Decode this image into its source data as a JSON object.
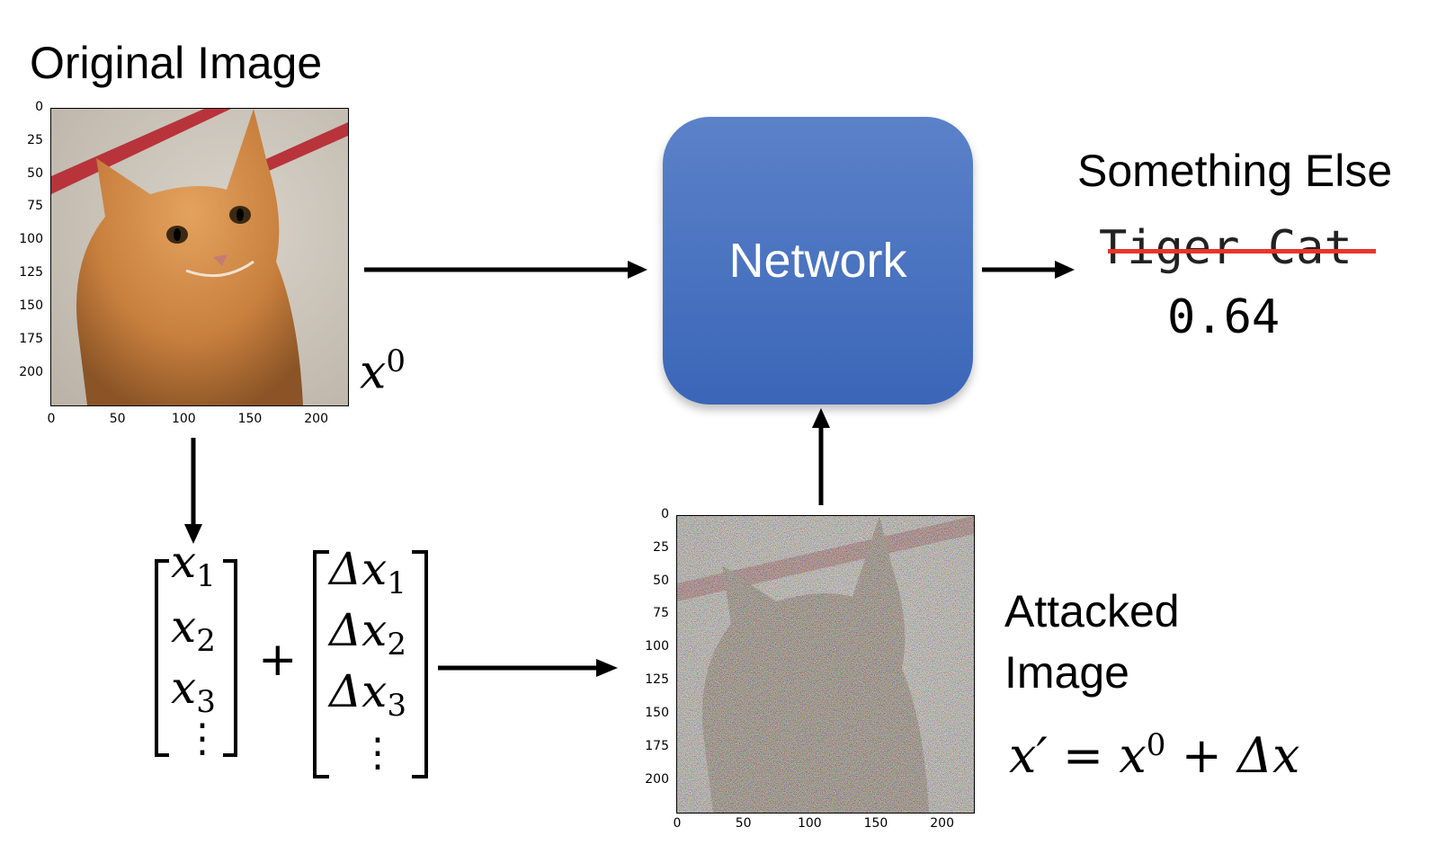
{
  "original": {
    "title": "Original Image",
    "symbol_base": "x",
    "symbol_sup": "0",
    "y_ticks": [
      "0",
      "25",
      "50",
      "75",
      "100",
      "125",
      "150",
      "175",
      "200"
    ],
    "x_ticks": [
      "0",
      "50",
      "100",
      "150",
      "200"
    ]
  },
  "network": {
    "label": "Network"
  },
  "output": {
    "title": "Something Else",
    "struck_label": "Tiger Cat",
    "score": "0.64",
    "strike_color": "#e8352b"
  },
  "vector": {
    "items": [
      {
        "base": "x",
        "sub": "1"
      },
      {
        "base": "x",
        "sub": "2"
      },
      {
        "base": "x",
        "sub": "3"
      }
    ],
    "vdots": "⋮",
    "plus": "+",
    "delta_items": [
      {
        "base": "Δx",
        "sub": "1"
      },
      {
        "base": "Δx",
        "sub": "2"
      },
      {
        "base": "Δx",
        "sub": "3"
      }
    ]
  },
  "attacked": {
    "title_line1": "Attacked",
    "title_line2": "Image",
    "formula": {
      "lhs": "x′",
      "eq": "=",
      "base": "x",
      "sup": "0",
      "plus": "+",
      "delta": "Δx"
    },
    "y_ticks": [
      "0",
      "25",
      "50",
      "75",
      "100",
      "125",
      "150",
      "175",
      "200"
    ],
    "x_ticks": [
      "0",
      "50",
      "100",
      "150",
      "200"
    ]
  },
  "colors": {
    "network_top": "#5b82c9",
    "network_bottom": "#3b66b8",
    "arrow": "#000000"
  }
}
